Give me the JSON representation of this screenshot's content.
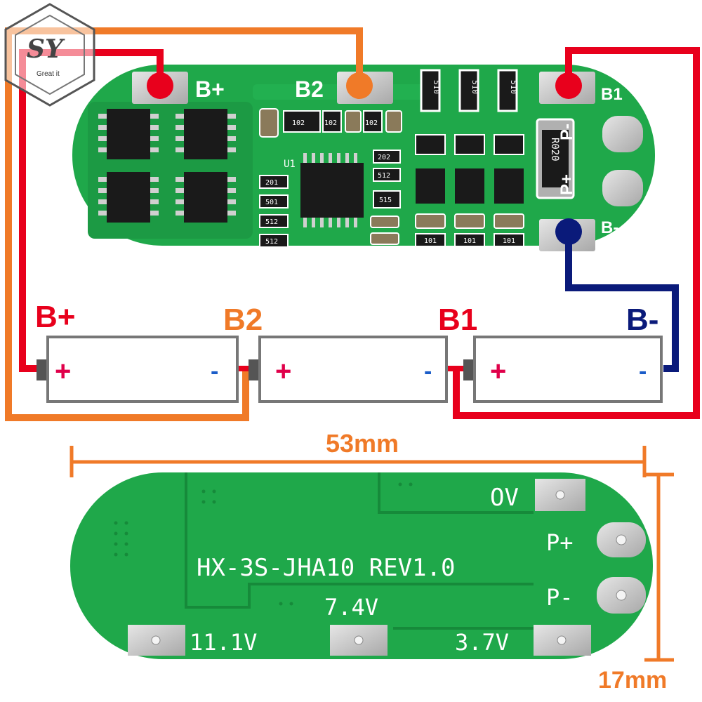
{
  "logo": {
    "letters": "SY",
    "tagline": "Great it"
  },
  "top_board": {
    "pads": {
      "bplus": "B+",
      "b2": "B2",
      "b1": "B1",
      "bminus": "B-",
      "pminus": "P-",
      "pplus": "P+"
    },
    "ic_label": "U1",
    "shunt_label": "R020",
    "resistor_top": "510",
    "small_codes": [
      "102",
      "102",
      "102",
      "201",
      "501",
      "512",
      "512",
      "202",
      "512",
      "515",
      "101"
    ]
  },
  "cells": {
    "labels": {
      "bplus": "B+",
      "b2": "B2",
      "b1": "B1",
      "bminus": "B-"
    },
    "plus_sign": "+",
    "minus_sign": "-"
  },
  "dimensions": {
    "width": "53mm",
    "height": "17mm"
  },
  "bottom_board": {
    "model": "HX-3S-JHA10 REV1.0",
    "labels": {
      "ov": "OV",
      "pplus": "P+",
      "pminus": "P-",
      "v74": "7.4V",
      "v111": "11.1V",
      "v37": "3.7V"
    }
  },
  "colors": {
    "pcb": "#1fa84a",
    "pcb_dark": "#168a3a",
    "red_wire": "#e8001c",
    "orange_wire": "#f07a28",
    "navy_wire": "#0a1a7a",
    "pad": "#c8c8c8",
    "chip": "#1a1a1a",
    "cell_border": "#777777",
    "plus_color": "#e0004a",
    "minus_color": "#1a5cc8"
  }
}
